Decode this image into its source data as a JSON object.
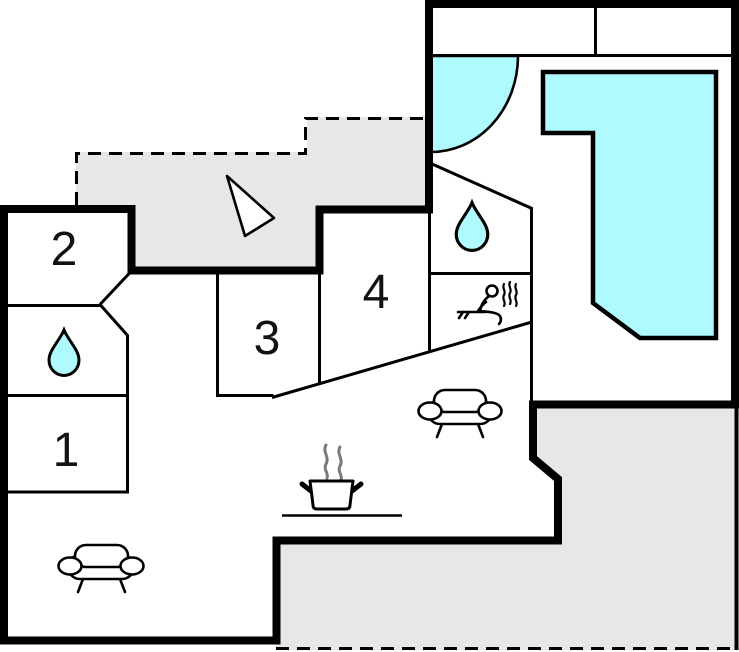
{
  "plan": {
    "rooms": [
      {
        "label": "1"
      },
      {
        "label": "2"
      },
      {
        "label": "3"
      },
      {
        "label": "4"
      }
    ],
    "icons": {
      "water_drop_left": "water-drop-icon",
      "water_drop_right": "water-drop-icon",
      "sauna": "sauna-person-icon",
      "sofa_living": "sofa-top-icon",
      "sofa_lounge": "sofa-top-icon",
      "stove": "cooking-pot-icon",
      "north_arrow": "north-arrow-icon",
      "pool": "swimming-pool-shape",
      "door_swing": "door-swing-arc"
    },
    "colors": {
      "water": "#aefaff",
      "terrace": "#e7e7e7",
      "wall": "#000000",
      "paper": "#ffffff"
    }
  }
}
